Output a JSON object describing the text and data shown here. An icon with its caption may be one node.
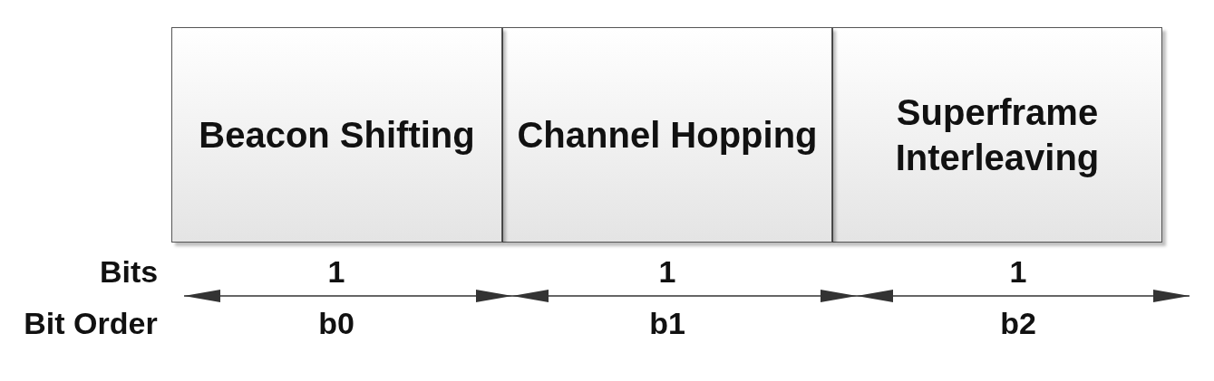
{
  "diagram": {
    "nodes": [
      {
        "text": [
          "Beacon Shifting"
        ]
      },
      {
        "text": [
          "Channel Hopping"
        ]
      },
      {
        "text": [
          "Superframe Interleaving"
        ]
      }
    ],
    "labels": [
      "Bits",
      "1",
      "1",
      "1",
      "Bit Order",
      "b0",
      "b1",
      "b2"
    ]
  }
}
